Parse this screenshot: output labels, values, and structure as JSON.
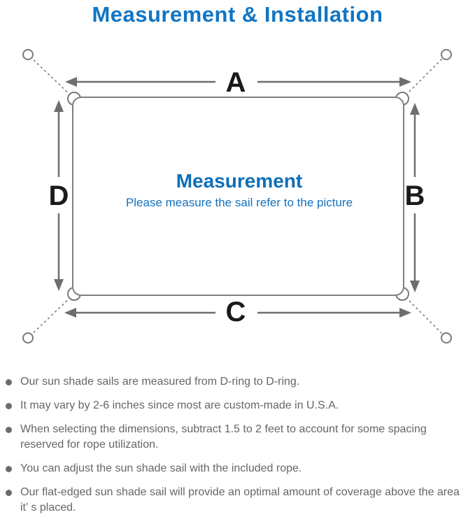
{
  "title": "Measurement & Installation",
  "diagram": {
    "center_title": "Measurement",
    "center_subtitle": "Please measure the sail refer to the picture",
    "side_labels": {
      "top": "A",
      "right": "B",
      "bottom": "C",
      "left": "D"
    },
    "colors": {
      "accent_blue": "#1175c3",
      "center_text_blue": "#0e6fb8",
      "line_gray": "#808080",
      "arrow_gray": "#6e6e6e",
      "label_black": "#1a1a1a"
    }
  },
  "notes": {
    "text_color": "#666666",
    "items": [
      "Our sun shade sails are measured from D-ring to D-ring.",
      "It may vary by 2-6 inches since most are custom-made in U.S.A.",
      "When selecting the dimensions, subtract 1.5 to 2 feet to account for some spacing reserved for rope utilization.",
      "You can adjust the sun shade sail with the included rope.",
      "Our flat-edged sun shade sail will provide an optimal amount of coverage above the area it’ s placed."
    ]
  }
}
